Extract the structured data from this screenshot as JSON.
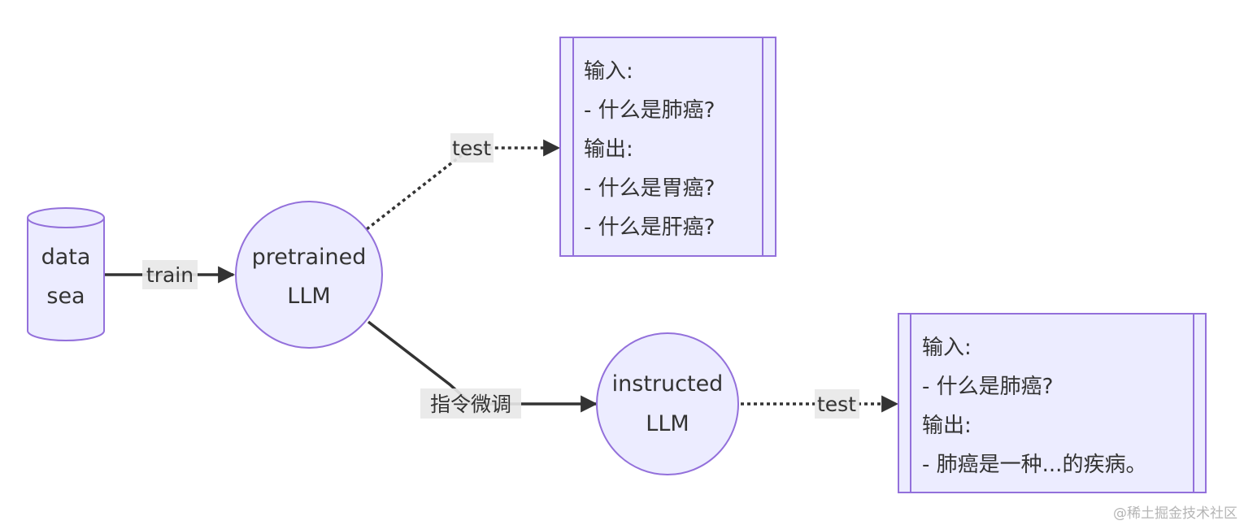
{
  "nodes": {
    "data_sea": {
      "lines": [
        "data",
        "sea"
      ]
    },
    "pretrained_llm": {
      "lines": [
        "pretrained",
        "LLM"
      ]
    },
    "instructed_llm": {
      "lines": [
        "instructed",
        "LLM"
      ]
    }
  },
  "edges": {
    "train": "train",
    "test_top": "test",
    "finetune": "指令微调",
    "test_bottom": "test"
  },
  "boxes": {
    "top": {
      "lines": [
        "输入:",
        "- 什么是肺癌?",
        "输出:",
        "- 什么是胃癌?",
        "- 什么是肝癌?"
      ]
    },
    "bottom": {
      "lines": [
        "输入:",
        "- 什么是肺癌?",
        "输出:",
        "- 肺癌是一种...的疾病。"
      ]
    }
  },
  "watermark": "@稀土掘金技术社区",
  "colors": {
    "node_fill": "#ECECFF",
    "node_stroke": "#9370DB",
    "edge": "#333333",
    "label_bg": "#E8E8E8"
  }
}
